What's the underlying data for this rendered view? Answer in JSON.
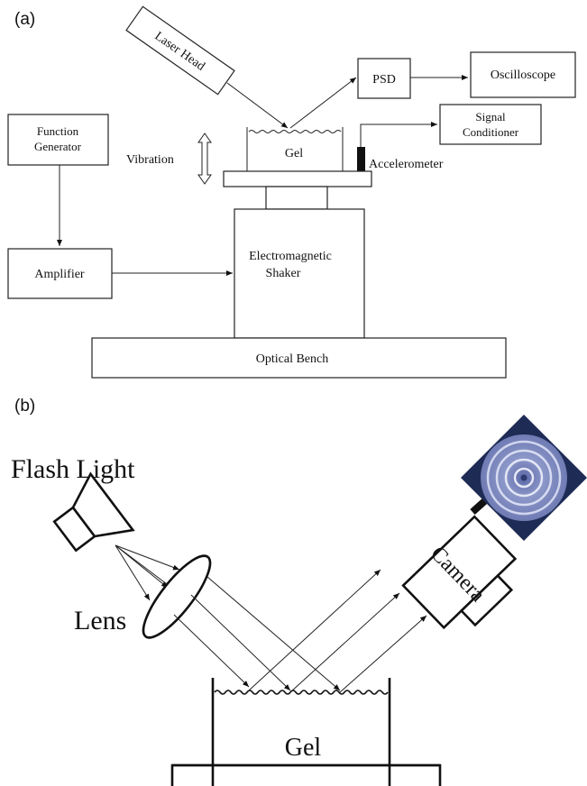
{
  "panel_a": {
    "label": "(a)",
    "laser_head": "Laser Head",
    "psd": "PSD",
    "oscilloscope": "Oscilloscope",
    "function_generator_line1": "Function",
    "function_generator_line2": "Generator",
    "signal_conditioner_line1": "Signal",
    "signal_conditioner_line2": "Conditioner",
    "vibration": "Vibration",
    "gel": "Gel",
    "accelerometer": "Accelerometer",
    "amplifier": "Amplifier",
    "shaker_line1": "Electromagnetic",
    "shaker_line2": "Shaker",
    "optical_bench": "Optical Bench"
  },
  "panel_b": {
    "label": "(b)",
    "flash_light": "Flash Light",
    "lens": "Lens",
    "camera": "Camera",
    "gel": "Gel",
    "fringe_image_icon": "concentric-ring-fringe-pattern"
  },
  "colors": {
    "fringe_outer": "#2a3f73",
    "fringe_ring": "#d8def3",
    "fringe_fill": "#8c98c9",
    "ink": "#111111"
  }
}
